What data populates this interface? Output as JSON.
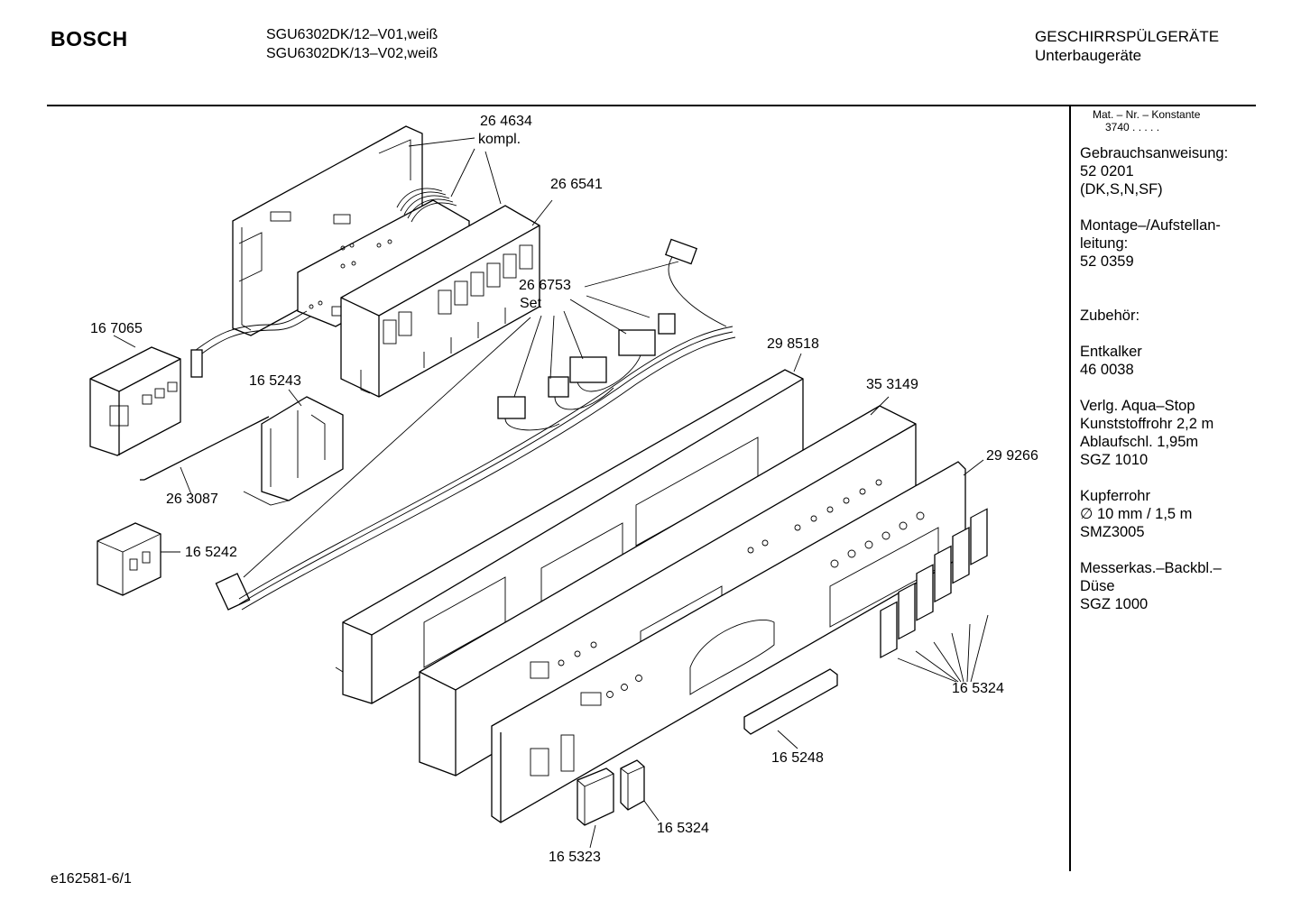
{
  "header": {
    "brand": "BOSCH",
    "models": [
      "SGU6302DK/12–V01,weiß",
      "SGU6302DK/13–V02,weiß"
    ],
    "category": "GESCHIRRSPÜLGERÄTE",
    "subcategory": "Unterbaugeräte"
  },
  "sidebar": {
    "mat_label": "Mat. – Nr. – Konstante",
    "mat_value": "3740 .  .  .  .  .",
    "blocks": [
      [
        "Gebrauchsanweisung:",
        "52 0201",
        "(DK,S,N,SF)"
      ],
      [
        "Montage–/Aufstellan-",
        "leitung:",
        "52 0359"
      ],
      [
        "Zubehör:"
      ],
      [
        "Entkalker",
        "46 0038"
      ],
      [
        "Verlg. Aqua–Stop",
        "Kunststoffrohr 2,2 m",
        "Ablaufschl. 1,95m",
        "SGZ 1010"
      ],
      [
        "Kupferrohr",
        "∅ 10 mm / 1,5 m",
        "SMZ3005"
      ],
      [
        "Messerkas.–Backbl.–",
        "Düse",
        "SGZ 1000"
      ]
    ]
  },
  "parts": {
    "p264634": "26 4634",
    "p264634_note": "kompl.",
    "p266541": "26 6541",
    "p266753": "26 6753",
    "p266753_note": "Set",
    "p167065": "16 7065",
    "p165243": "16 5243",
    "p263087": "26 3087",
    "p165242": "16 5242",
    "p298518": "29 8518",
    "p353149": "35 3149",
    "p299266": "29 9266",
    "p165324_right": "16 5324",
    "p165248": "16 5248",
    "p165324_bottom": "16 5324",
    "p165323": "16 5323"
  },
  "footer": {
    "code": "e162581-6/1"
  }
}
